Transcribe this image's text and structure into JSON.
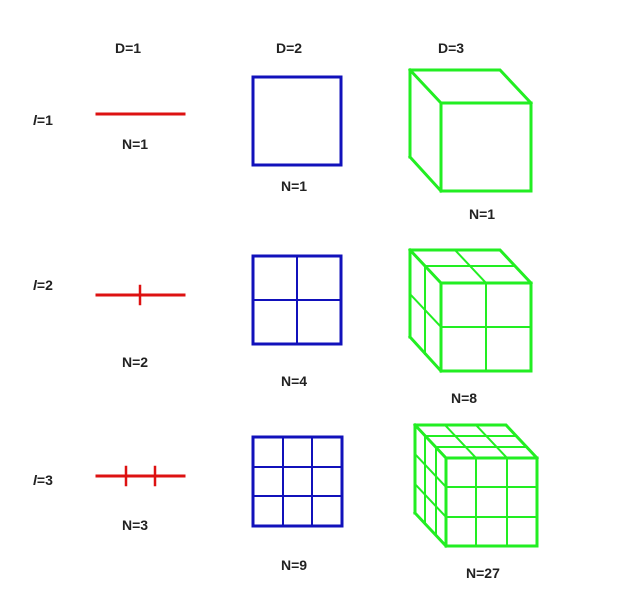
{
  "columns": [
    {
      "label": "D=1"
    },
    {
      "label": "D=2"
    },
    {
      "label": "D=3"
    }
  ],
  "rows": [
    {
      "var": "l",
      "label_suffix": "=1",
      "n_line": "N=1",
      "n_square": "N=1",
      "n_cube": "N=1"
    },
    {
      "var": "l",
      "label_suffix": "=2",
      "n_line": "N=2",
      "n_square": "N=4",
      "n_cube": "N=8"
    },
    {
      "var": "l",
      "label_suffix": "=3",
      "n_line": "N=3",
      "n_square": "N=9",
      "n_cube": "N=27"
    }
  ],
  "colors": {
    "line": "#dd1111",
    "square": "#1111bb",
    "cube": "#22ee22"
  }
}
